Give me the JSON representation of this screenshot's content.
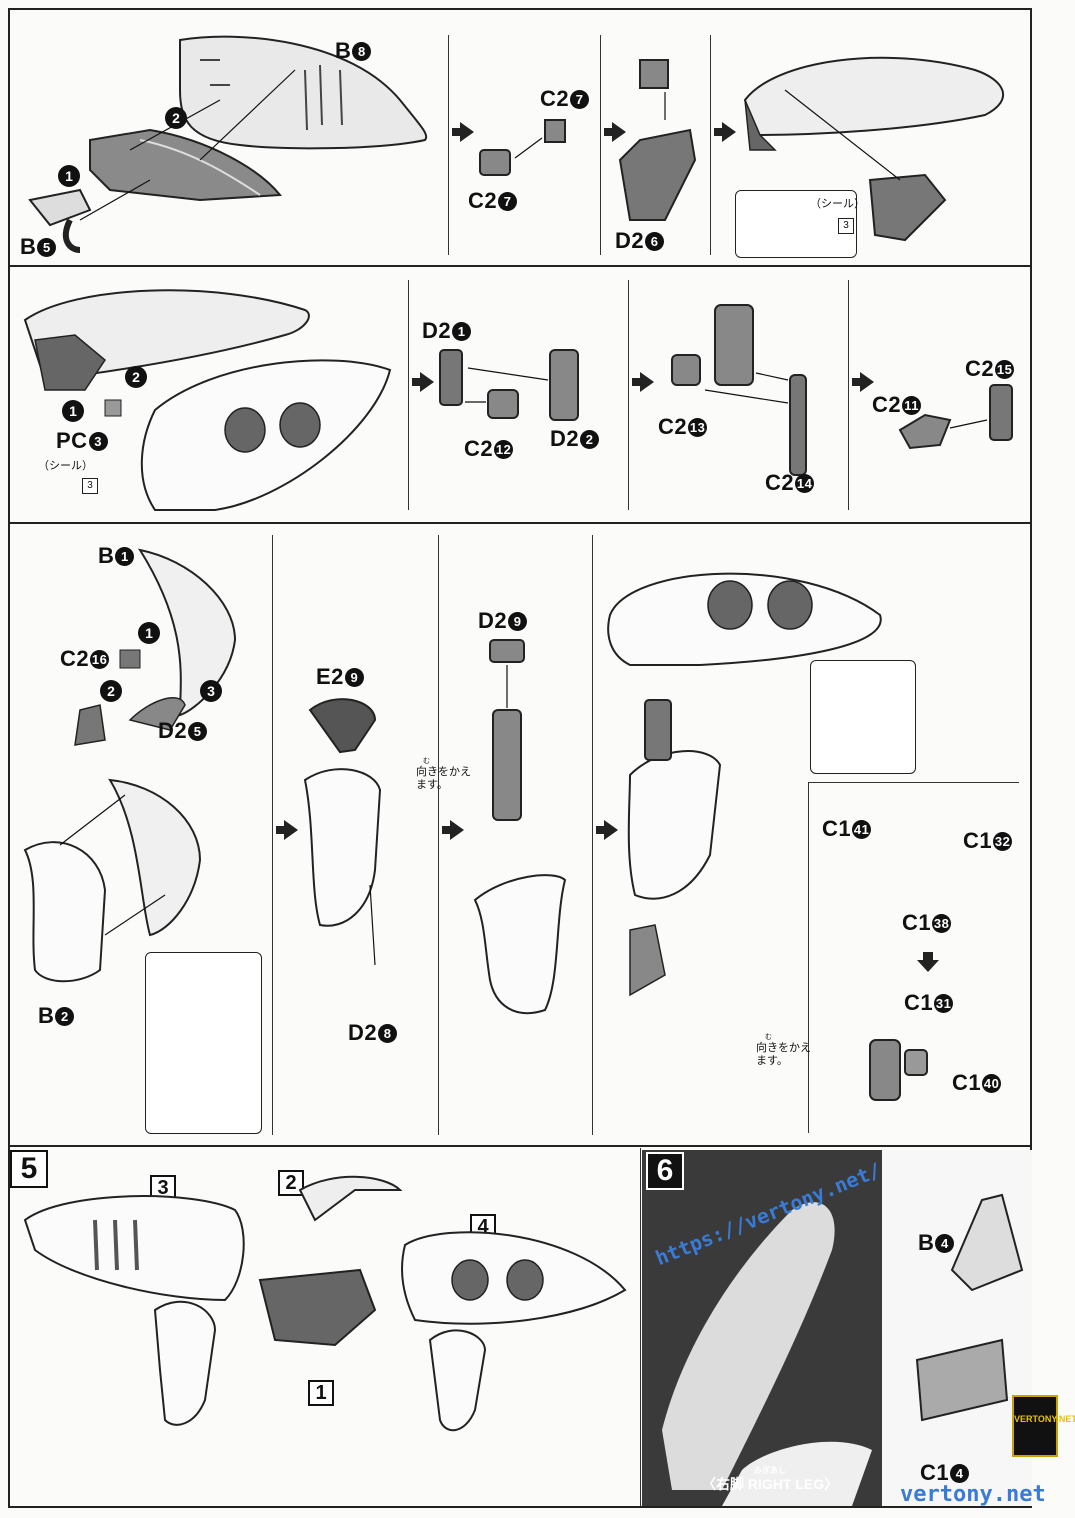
{
  "sections": {
    "s1": {
      "p1": {
        "part_b8": "B",
        "b8_num": "8",
        "part_b5": "B",
        "b5_num": "5",
        "step1": "1",
        "step2": "2"
      },
      "p2": {
        "part_c27a": "C2",
        "c27a_num": "7",
        "part_c27b": "C2",
        "c27b_num": "7"
      },
      "p3": {
        "part_d26": "D2",
        "d26_num": "6"
      },
      "p4": {
        "seal_label": "（シール）",
        "seal_num": "3"
      }
    },
    "s2": {
      "p1": {
        "step1": "1",
        "step2": "2",
        "part_pc3": "PC",
        "pc3_num": "3",
        "seal_label": "（シール）",
        "seal_num": "3"
      },
      "p2": {
        "part_d21": "D2",
        "d21_num": "1",
        "part_c212": "C2",
        "c212_num": "12",
        "part_d22": "D2",
        "d22_num": "2"
      },
      "p3": {
        "part_c213": "C2",
        "c213_num": "13",
        "part_c214": "C2",
        "c214_num": "14"
      },
      "p4": {
        "part_c211": "C2",
        "c211_num": "11",
        "part_c215": "C2",
        "c215_num": "15"
      }
    },
    "s3": {
      "p1": {
        "part_b1": "B",
        "b1_num": "1",
        "part_c216": "C2",
        "c216_num": "16",
        "part_d25": "D2",
        "d25_num": "5",
        "part_b2": "B",
        "b2_num": "2",
        "step1": "1",
        "step2": "2",
        "step3": "3"
      },
      "p2": {
        "part_e29": "E2",
        "e29_num": "9",
        "part_d28": "D2",
        "d28_num": "8"
      },
      "p3": {
        "part_d29": "D2",
        "d29_num": "9",
        "note_ruby": "む",
        "note": "向きをかえます。"
      },
      "p4": {
        "part_c141": "C1",
        "c141_num": "41",
        "part_c132": "C1",
        "c132_num": "32",
        "part_c138": "C1",
        "c138_num": "38",
        "part_c131": "C1",
        "c131_num": "31",
        "part_c140": "C1",
        "c140_num": "40",
        "note_ruby": "む",
        "note": "向きをかえます。"
      }
    },
    "s5": {
      "step": "5",
      "box1": "1",
      "box2": "2",
      "box3": "3",
      "box4": "4"
    },
    "s6": {
      "step": "6",
      "part_b4": "B",
      "b4_num": "4",
      "part_c14": "C1",
      "c14_num": "4",
      "leg_ruby": "みぎあし",
      "leg_title": "〈右脚 RIGHT LEG〉"
    }
  },
  "watermarks": {
    "url1": "https://vertony.net/",
    "url2": "vertony.net",
    "logo": "VERTONY.NET"
  },
  "colors": {
    "ink": "#111111",
    "paper": "#fbfbfa",
    "photo_bg": "#2a2a2a",
    "watermark": "#3a7bd5",
    "logo_gold": "#e8c400"
  }
}
